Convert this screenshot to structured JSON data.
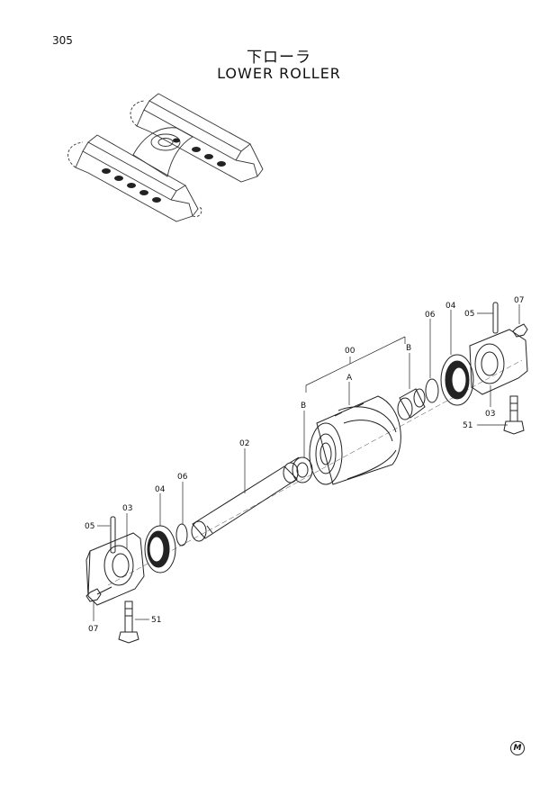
{
  "page_number": "305",
  "title_jp": "下ローラ",
  "title_en": "LOWER ROLLER",
  "corner_mark": "M",
  "callouts": {
    "c00": "00",
    "cA": "A",
    "cB_left": "B",
    "cB_right": "B",
    "c02": "02",
    "c03_left": "03",
    "c03_right": "03",
    "c04_left": "04",
    "c04_right": "04",
    "c05_left": "05",
    "c05_right": "05",
    "c06_left": "06",
    "c06_right": "06",
    "c07_left": "07",
    "c07_right": "07",
    "c51_left": "51",
    "c51_right": "51"
  }
}
